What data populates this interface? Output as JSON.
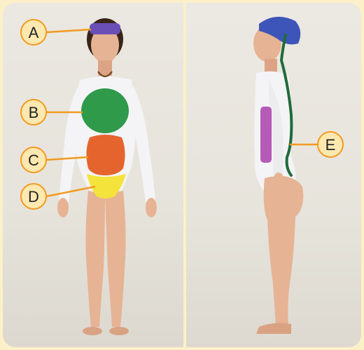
{
  "labels": {
    "a": "A",
    "b": "B",
    "c": "C",
    "d": "D",
    "e": "E"
  },
  "colors": {
    "page_background": "#fbf0c8",
    "label_ring": "#f29a1f",
    "label_fill": "#fde9b0",
    "region_a": "#6a4fb7",
    "region_b": "#2e9a4a",
    "region_c": "#e5642e",
    "region_d": "#f4e33b",
    "spine_line": "#1f6b3a",
    "head_cap": "#3d55b8",
    "lumbar_patch": "#b65ab8",
    "leotard": "#f4f4f6",
    "skin": "#e6b394",
    "hair": "#3a2418"
  }
}
